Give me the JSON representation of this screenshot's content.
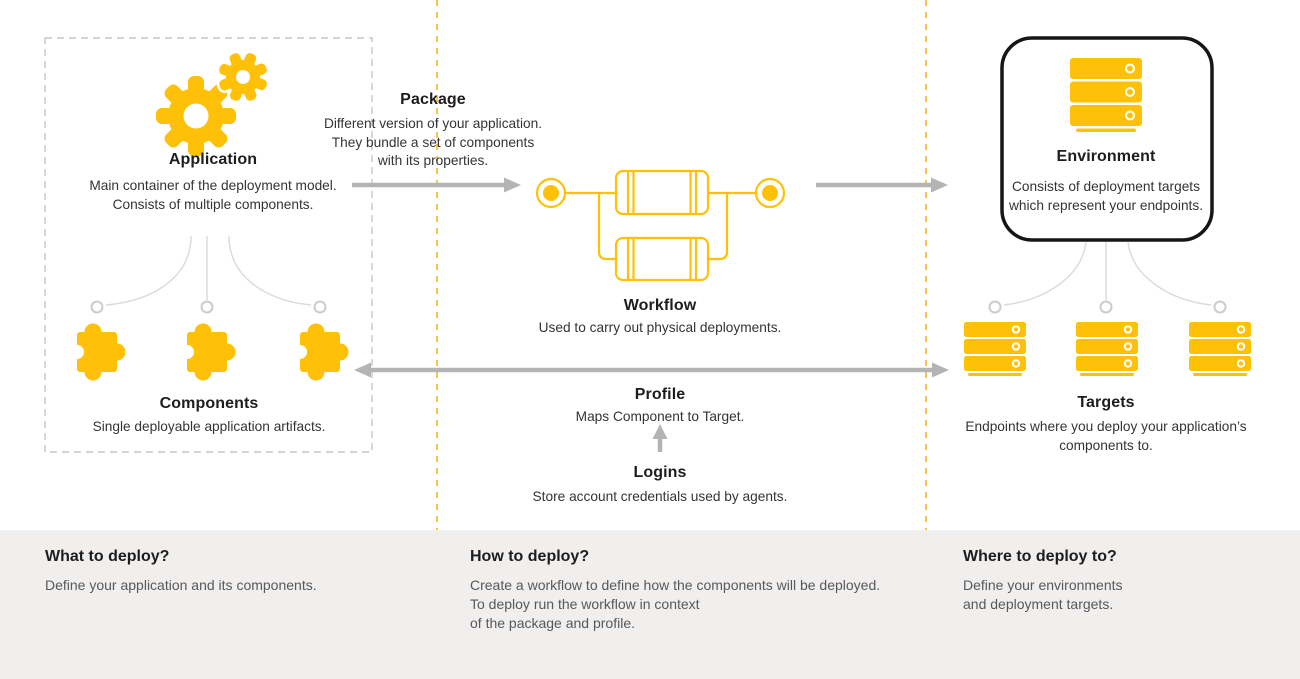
{
  "palette": {
    "accent_yellow": "#ffc107",
    "separator_yellow": "#f4c64d",
    "arrow_gray": "#b4b4b4",
    "dashed_box_gray": "#c6c6c6",
    "environment_border": "#161616",
    "footer_background": "#f0efee",
    "heading_text": "#1d1d1d",
    "body_text": "#343434",
    "footer_body_text": "#58585a"
  },
  "icons": {
    "application": "gears-icon",
    "workflow": "workflow-pipeline-icon",
    "environment": "server-stack-icon",
    "components": "puzzle-piece-icon",
    "targets": "server-stack-icon"
  },
  "diagram": {
    "application": {
      "title": "Application",
      "desc": "Main container of the deployment model.\nConsists of multiple components."
    },
    "package": {
      "title": "Package",
      "desc": "Different version of your application.\nThey bundle a set of components\nwith its properties."
    },
    "workflow": {
      "title": "Workflow",
      "desc": "Used to carry out physical deployments."
    },
    "environment": {
      "title": "Environment",
      "desc": "Consists of deployment targets\nwhich represent your endpoints."
    },
    "components": {
      "title": "Components",
      "desc": "Single deployable application artifacts."
    },
    "profile": {
      "title": "Profile",
      "desc": "Maps Component to Target."
    },
    "logins": {
      "title": "Logins",
      "desc": "Store account credentials used by agents."
    },
    "targets": {
      "title": "Targets",
      "desc": "Endpoints where you deploy your application’s\ncomponents to."
    }
  },
  "footer": {
    "columns": [
      {
        "question": "What to deploy?",
        "answer": "Define your application and its components."
      },
      {
        "question": "How to deploy?",
        "answer": "Create a workflow to define how the components will be deployed.\nTo deploy run the workflow in context\nof the package and profile."
      },
      {
        "question": "Where to deploy to?",
        "answer": "Define your environments\nand deployment targets."
      }
    ]
  }
}
